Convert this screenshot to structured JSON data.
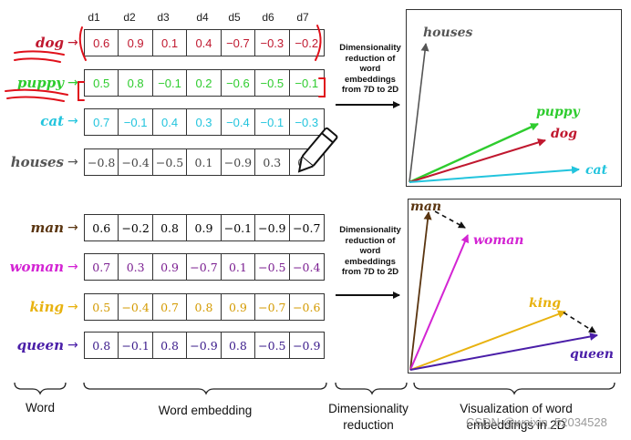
{
  "dimension_headers": [
    "d1",
    "d2",
    "d3",
    "d4",
    "d5",
    "d6",
    "d7"
  ],
  "top_group": {
    "rows": [
      {
        "word": "dog",
        "color": "#c0182f",
        "values": [
          "0.6",
          "0.9",
          "0.1",
          "0.4",
          "−0.7",
          "−0.3",
          "−0.2"
        ]
      },
      {
        "word": "puppy",
        "color": "#2ecc2e",
        "values": [
          "0.5",
          "0.8",
          "−0.1",
          "0.2",
          "−0.6",
          "−0.5",
          "−0.1"
        ]
      },
      {
        "word": "cat",
        "color": "#22c4dd",
        "values": [
          "0.7",
          "−0.1",
          "0.4",
          "0.3",
          "−0.4",
          "−0.1",
          "−0.3"
        ]
      },
      {
        "word": "houses",
        "color": "#555555",
        "values": [
          "−0.8",
          "−0.4",
          "−0.5",
          "0.1",
          "−0.9",
          "0.3",
          "0.8"
        ]
      }
    ],
    "process_label": [
      "Dimensionality",
      "reduction of",
      "word",
      "embeddings",
      "from 7D to 2D"
    ],
    "vectors": [
      {
        "label": "houses",
        "color": "#555555"
      },
      {
        "label": "puppy",
        "color": "#2ecc2e"
      },
      {
        "label": "dog",
        "color": "#c0182f"
      },
      {
        "label": "cat",
        "color": "#22c4dd"
      }
    ]
  },
  "bottom_group": {
    "rows": [
      {
        "word": "man",
        "color": "#5a3510",
        "values": [
          "0.6",
          "−0.2",
          "0.8",
          "0.9",
          "−0.1",
          "−0.9",
          "−0.7"
        ]
      },
      {
        "word": "woman",
        "color": "#d324d3",
        "values": [
          "0.7",
          "0.3",
          "0.9",
          "−0.7",
          "0.1",
          "−0.5",
          "−0.4"
        ]
      },
      {
        "word": "king",
        "color": "#e8b20f",
        "values": [
          "0.5",
          "−0.4",
          "0.7",
          "0.8",
          "0.9",
          "−0.7",
          "−0.6"
        ]
      },
      {
        "word": "queen",
        "color": "#4a1ea8",
        "values": [
          "0.8",
          "−0.1",
          "0.8",
          "−0.9",
          "0.8",
          "−0.5",
          "−0.9"
        ]
      }
    ],
    "process_label": [
      "Dimensionality",
      "reduction of",
      "word",
      "embeddings",
      "from 7D to 2D"
    ],
    "vectors": [
      {
        "label": "man",
        "color": "#5a3510"
      },
      {
        "label": "woman",
        "color": "#d324d3"
      },
      {
        "label": "king",
        "color": "#e8b20f"
      },
      {
        "label": "queen",
        "color": "#4a1ea8"
      }
    ]
  },
  "braces": {
    "word": "Word",
    "embedding": "Word embedding",
    "reduction": [
      "Dimensionality",
      "reduction"
    ],
    "visualization": [
      "Visualization of word",
      "embeddings in 2D"
    ]
  },
  "watermark": "CSDN @weixin_52034528"
}
